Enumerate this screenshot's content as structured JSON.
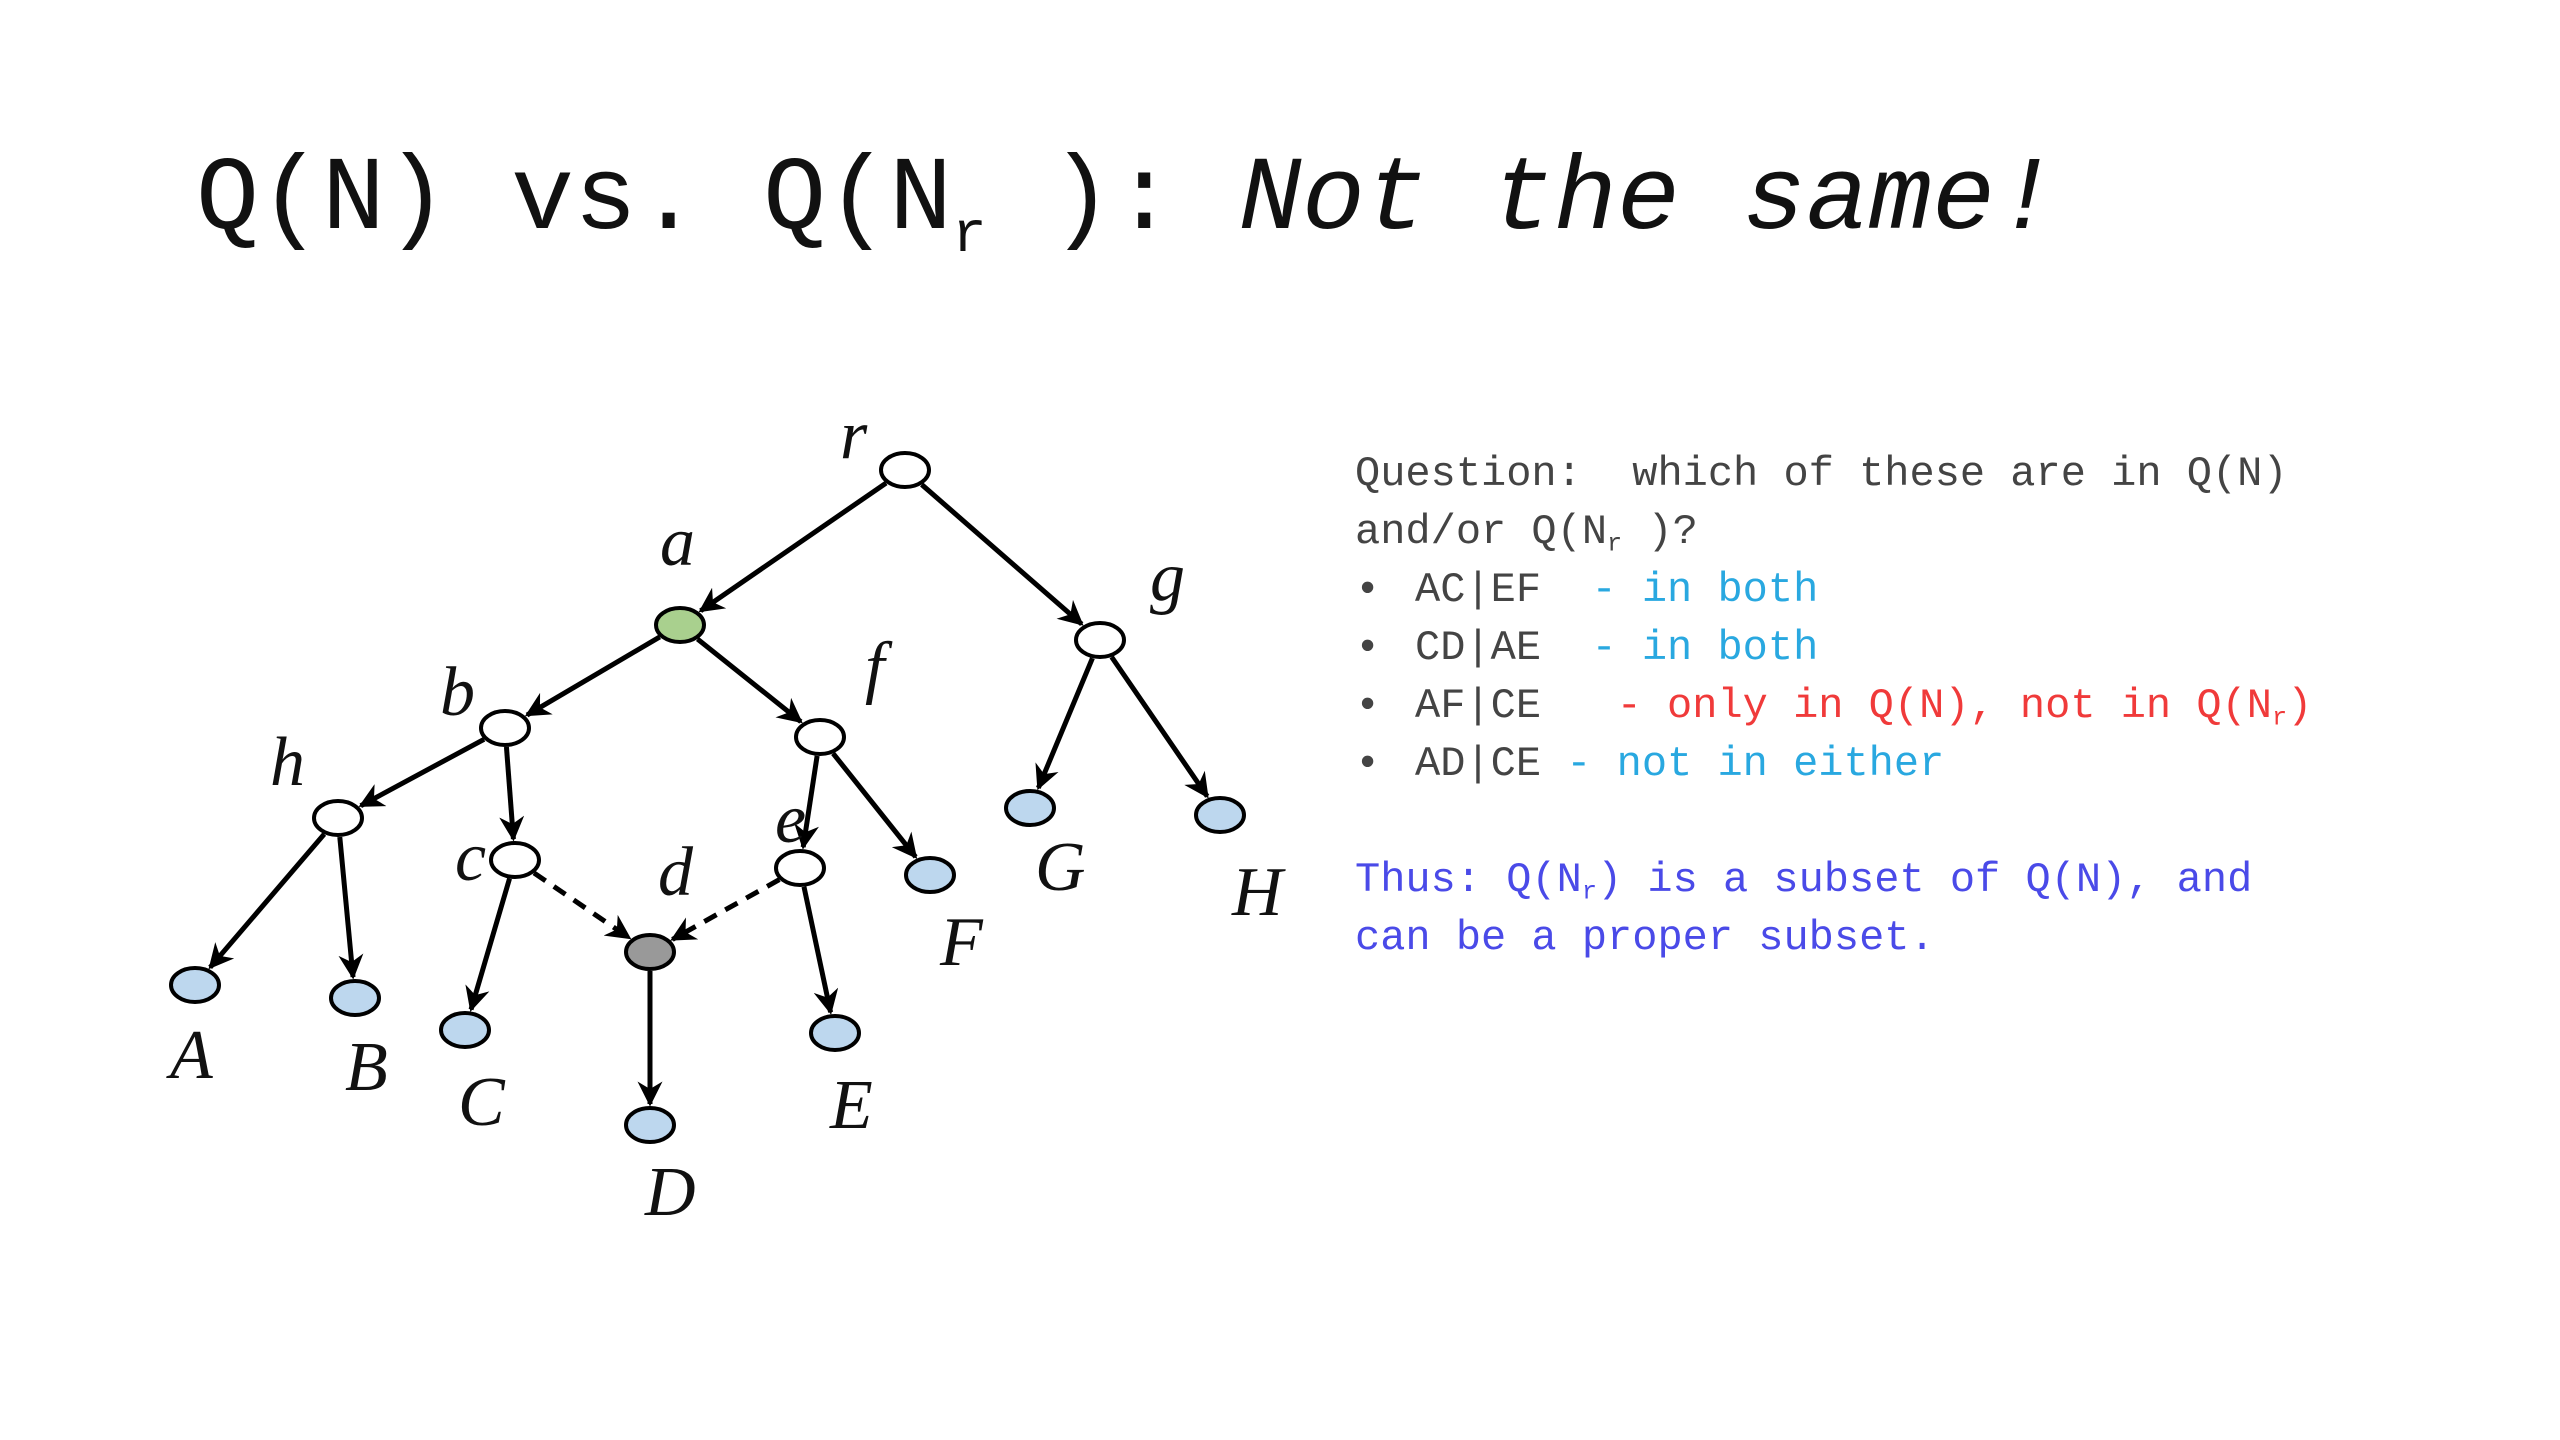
{
  "title": {
    "prefix": "Q(N) vs. Q(N",
    "sub": "r",
    "suffix": " ):",
    "emphasis": "Not the same!"
  },
  "colors": {
    "text": "#444444",
    "cyan": "#29a8e0",
    "red": "#f03a3a",
    "blue": "#4a4ae8",
    "node_white": "#ffffff",
    "node_green": "#a9d08e",
    "node_gray": "#999999",
    "node_leaf": "#bdd7ee"
  },
  "question": {
    "line1": "Question:  which of these are in Q(N)",
    "line2_prefix": "and/or Q(N",
    "line2_sub": "r",
    "line2_suffix": " )?"
  },
  "items": [
    {
      "bullet": "•",
      "code": "AC|EF  ",
      "answer": "- in both",
      "answer_sub": "",
      "answer_end": "",
      "color": "cyan"
    },
    {
      "bullet": "•",
      "code": "CD|AE  ",
      "answer": "- in both",
      "answer_sub": "",
      "answer_end": "",
      "color": "cyan"
    },
    {
      "bullet": "•",
      "code": "AF|CE   ",
      "answer": "- only in Q(N), not in Q(N",
      "answer_sub": "r",
      "answer_end": ")",
      "color": "red"
    },
    {
      "bullet": "•",
      "code": "AD|CE ",
      "answer": "- not in either",
      "answer_sub": "",
      "answer_end": "",
      "color": "cyan"
    }
  ],
  "conclusion": {
    "line1_prefix": "Thus: Q(N",
    "line1_sub": "r",
    "line1_suffix": ") is a subset of Q(N), and",
    "line2": "can be a proper subset."
  },
  "tree": {
    "nodes": [
      {
        "id": "r",
        "label": "r",
        "fill": "white"
      },
      {
        "id": "a",
        "label": "a",
        "fill": "green"
      },
      {
        "id": "g",
        "label": "g",
        "fill": "white"
      },
      {
        "id": "b",
        "label": "b",
        "fill": "white"
      },
      {
        "id": "f",
        "label": "f",
        "fill": "white"
      },
      {
        "id": "h",
        "label": "h",
        "fill": "white"
      },
      {
        "id": "c",
        "label": "c",
        "fill": "white"
      },
      {
        "id": "e",
        "label": "e",
        "fill": "white"
      },
      {
        "id": "d",
        "label": "d",
        "fill": "gray"
      },
      {
        "id": "A",
        "label": "A",
        "fill": "leaf"
      },
      {
        "id": "B",
        "label": "B",
        "fill": "leaf"
      },
      {
        "id": "C",
        "label": "C",
        "fill": "leaf"
      },
      {
        "id": "D",
        "label": "D",
        "fill": "leaf"
      },
      {
        "id": "E",
        "label": "E",
        "fill": "leaf"
      },
      {
        "id": "F",
        "label": "F",
        "fill": "leaf"
      },
      {
        "id": "G",
        "label": "G",
        "fill": "leaf"
      },
      {
        "id": "H",
        "label": "H",
        "fill": "leaf"
      }
    ],
    "edges": [
      {
        "from": "r",
        "to": "a",
        "dashed": false
      },
      {
        "from": "r",
        "to": "g",
        "dashed": false
      },
      {
        "from": "a",
        "to": "b",
        "dashed": false
      },
      {
        "from": "a",
        "to": "f",
        "dashed": false
      },
      {
        "from": "b",
        "to": "h",
        "dashed": false
      },
      {
        "from": "b",
        "to": "c",
        "dashed": false
      },
      {
        "from": "h",
        "to": "A",
        "dashed": false
      },
      {
        "from": "h",
        "to": "B",
        "dashed": false
      },
      {
        "from": "c",
        "to": "C",
        "dashed": false
      },
      {
        "from": "c",
        "to": "d",
        "dashed": true
      },
      {
        "from": "f",
        "to": "e",
        "dashed": false
      },
      {
        "from": "f",
        "to": "F",
        "dashed": false
      },
      {
        "from": "e",
        "to": "d",
        "dashed": true
      },
      {
        "from": "e",
        "to": "E",
        "dashed": false
      },
      {
        "from": "d",
        "to": "D",
        "dashed": false
      },
      {
        "from": "g",
        "to": "G",
        "dashed": false
      },
      {
        "from": "g",
        "to": "H",
        "dashed": false
      }
    ]
  }
}
